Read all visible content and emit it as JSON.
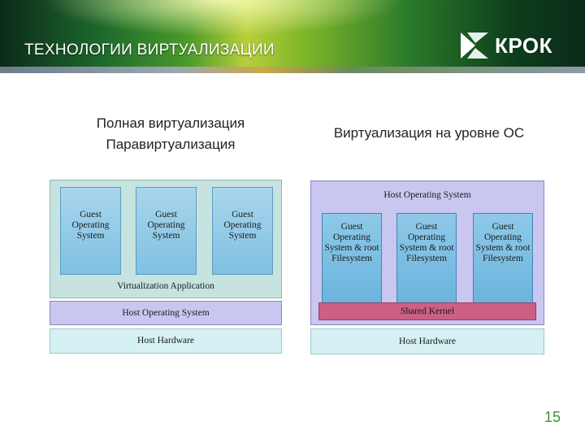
{
  "header": {
    "title": "ТЕХНОЛОГИИ ВИРТУАЛИЗАЦИИ",
    "logo_text": "КРОК"
  },
  "left": {
    "heading_line1": "Полная виртуализация",
    "heading_line2": "Паравиртуализация",
    "guests": [
      "Guest Operating System",
      "Guest Operating System",
      "Guest Operating System"
    ],
    "virt_app": "Virtualization Application",
    "host_os": "Host Operating System",
    "host_hw": "Host Hardware"
  },
  "right": {
    "heading": "Виртуализация на уровне ОС",
    "host_os": "Host Operating System",
    "guests": [
      "Guest Operating System & root Filesystem",
      "Guest Operating System & root Filesystem",
      "Guest Operating System & root Filesystem"
    ],
    "shared_kernel": "Shared Kernel",
    "host_hw": "Host Hardware"
  },
  "footer": {
    "page_number": "15"
  },
  "colors": {
    "accent_green": "#3e8f3a",
    "guest_blue": "#8ec9e8",
    "container_teal": "#c6e3e0",
    "host_os_purple": "#c9c7ef",
    "shared_kernel_pink": "#cc5f86",
    "host_hw_cyan": "#d6f1f3"
  }
}
